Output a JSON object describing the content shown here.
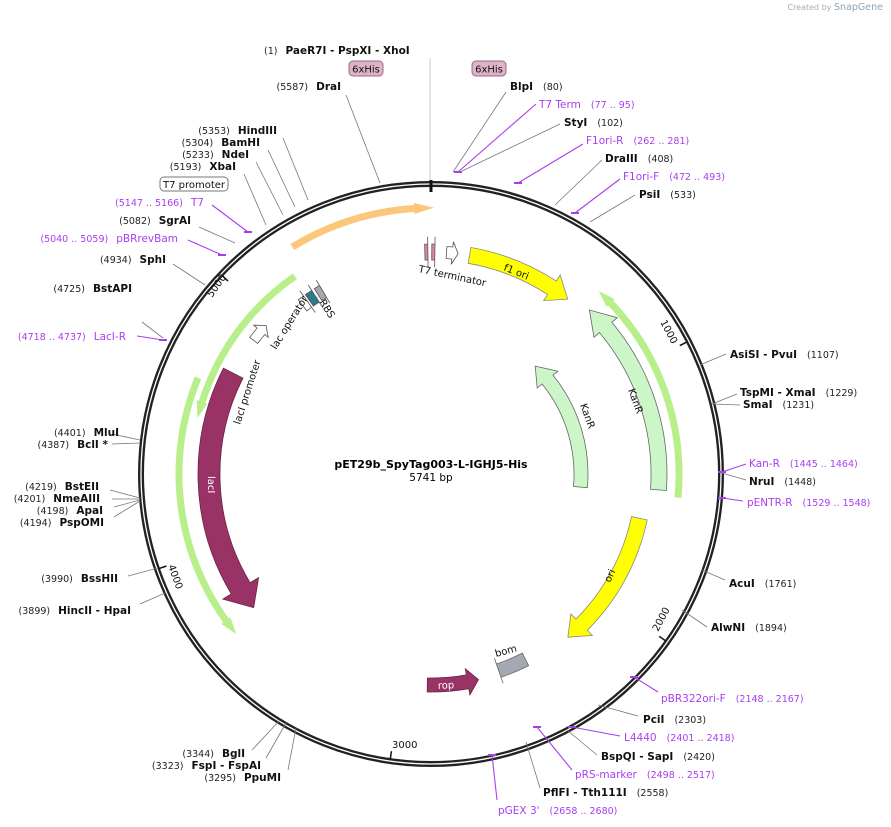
{
  "branding": {
    "created_by": "Created by",
    "app": "SnapGene"
  },
  "plasmid": {
    "name": "pET29b_SpyTag003-L-IGHJ5-His",
    "length": "5741 bp"
  },
  "ticks": [
    "1000",
    "2000",
    "3000",
    "4000",
    "5000"
  ],
  "tags": [
    "6xHis",
    "6xHis"
  ],
  "boxed_features": [
    "T7 promoter"
  ],
  "features": {
    "t7_terminator": "T7 terminator",
    "f1_ori": "f1 ori",
    "kanr_outer": "KanR",
    "kanr_inner": "KanR",
    "ori": "ori",
    "bom": "bom",
    "rop": "rop",
    "laci": "lacI",
    "laci_promoter": "lacI promoter",
    "lac_operator": "lac operator",
    "rbs": "RBS"
  },
  "sites": [
    {
      "name": "PaeR7I   - PspXI   - XhoI",
      "pos": "(1)",
      "type": "enzyme"
    },
    {
      "name": "DraI",
      "pos": "(5587)",
      "type": "enzyme"
    },
    {
      "name": "HindIII",
      "pos": "(5353)",
      "type": "enzyme"
    },
    {
      "name": "BamHI",
      "pos": "(5304)",
      "type": "enzyme"
    },
    {
      "name": "NdeI",
      "pos": "(5233)",
      "type": "enzyme"
    },
    {
      "name": "XbaI",
      "pos": "(5193)",
      "type": "enzyme"
    },
    {
      "name": "T7",
      "pos": "(5147 .. 5166)",
      "type": "primer"
    },
    {
      "name": "SgrAI",
      "pos": "(5082)",
      "type": "enzyme"
    },
    {
      "name": "pBRrevBam",
      "pos": "(5040 .. 5059)",
      "type": "primer"
    },
    {
      "name": "SphI",
      "pos": "(4934)",
      "type": "enzyme"
    },
    {
      "name": "BstAPI",
      "pos": "(4725)",
      "type": "enzyme"
    },
    {
      "name": "LacI-R",
      "pos": "(4718 .. 4737)",
      "type": "primer"
    },
    {
      "name": "MluI",
      "pos": "(4401)",
      "type": "enzyme"
    },
    {
      "name": "BclI *",
      "pos": "(4387)",
      "type": "enzyme"
    },
    {
      "name": "BstEII",
      "pos": "(4219)",
      "type": "enzyme"
    },
    {
      "name": "NmeAIII",
      "pos": "(4201)",
      "type": "enzyme"
    },
    {
      "name": "ApaI",
      "pos": "(4198)",
      "type": "enzyme"
    },
    {
      "name": "PspOMI",
      "pos": "(4194)",
      "type": "enzyme"
    },
    {
      "name": "BssHII",
      "pos": "(3990)",
      "type": "enzyme"
    },
    {
      "name": "HincII   - HpaI",
      "pos": "(3899)",
      "type": "enzyme"
    },
    {
      "name": "BglI",
      "pos": "(3344)",
      "type": "enzyme"
    },
    {
      "name": "FspI   - FspAI",
      "pos": "(3323)",
      "type": "enzyme"
    },
    {
      "name": "PpuMI",
      "pos": "(3295)",
      "type": "enzyme"
    },
    {
      "name": "BlpI",
      "pos": "(80)",
      "type": "enzyme"
    },
    {
      "name": "T7 Term",
      "pos": "(77 .. 95)",
      "type": "primer"
    },
    {
      "name": "StyI",
      "pos": "(102)",
      "type": "enzyme"
    },
    {
      "name": "F1ori-R",
      "pos": "(262 .. 281)",
      "type": "primer"
    },
    {
      "name": "DraIII",
      "pos": "(408)",
      "type": "enzyme"
    },
    {
      "name": "F1ori-F",
      "pos": "(472 .. 493)",
      "type": "primer"
    },
    {
      "name": "PsiI",
      "pos": "(533)",
      "type": "enzyme"
    },
    {
      "name": "AsiSI   - PvuI",
      "pos": "(1107)",
      "type": "enzyme"
    },
    {
      "name": "TspMI   - XmaI",
      "pos": "(1229)",
      "type": "enzyme"
    },
    {
      "name": "SmaI",
      "pos": "(1231)",
      "type": "enzyme"
    },
    {
      "name": "Kan-R",
      "pos": "(1445 .. 1464)",
      "type": "primer"
    },
    {
      "name": "NruI",
      "pos": "(1448)",
      "type": "enzyme"
    },
    {
      "name": "pENTR-R",
      "pos": "(1529 .. 1548)",
      "type": "primer"
    },
    {
      "name": "AcuI",
      "pos": "(1761)",
      "type": "enzyme"
    },
    {
      "name": "AlwNI",
      "pos": "(1894)",
      "type": "enzyme"
    },
    {
      "name": "pBR322ori-F",
      "pos": "(2148 .. 2167)",
      "type": "primer"
    },
    {
      "name": "PciI",
      "pos": "(2303)",
      "type": "enzyme"
    },
    {
      "name": "L4440",
      "pos": "(2401 .. 2418)",
      "type": "primer"
    },
    {
      "name": "BspQI   - SapI",
      "pos": "(2420)",
      "type": "enzyme"
    },
    {
      "name": "pRS-marker",
      "pos": "(2498 .. 2517)",
      "type": "primer"
    },
    {
      "name": "PflFI   - Tth111I",
      "pos": "(2558)",
      "type": "enzyme"
    },
    {
      "name": "pGEX 3'",
      "pos": "(2658 .. 2680)",
      "type": "primer"
    }
  ],
  "colors": {
    "primer": "#a83ef0",
    "laci": "#993366",
    "yellow": "#ffff00",
    "kanr": "#ccf5c8",
    "orange": "#fbc77a",
    "green": "#b8ef8a"
  }
}
